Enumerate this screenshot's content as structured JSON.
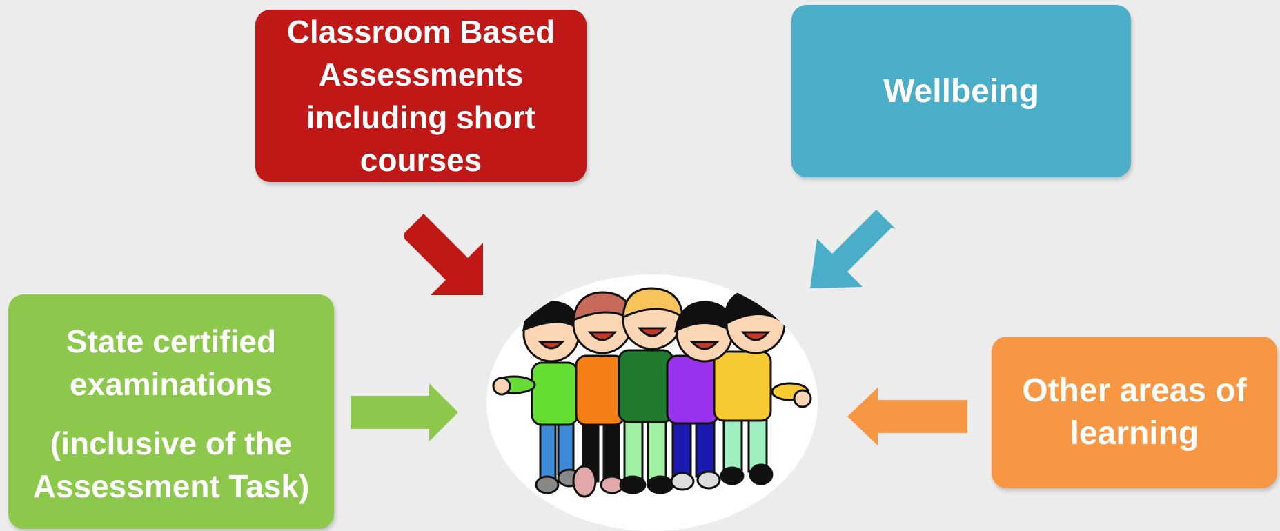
{
  "boxes": {
    "classroom": {
      "lines": [
        "Classroom Based",
        "Assessments",
        "including short",
        "courses"
      ],
      "color": "#c01717"
    },
    "wellbeing": {
      "lines": [
        "Wellbeing"
      ],
      "color": "#4aaec8"
    },
    "state": {
      "lines": [
        "State certified",
        "examinations",
        "(inclusive of the",
        "Assessment Task)"
      ],
      "color": "#8cc84b"
    },
    "other": {
      "lines": [
        "Other areas of",
        "learning"
      ],
      "color": "#f79643"
    }
  },
  "icons": {
    "center": "group-of-children-icon",
    "arrows": [
      "arrow-down-right-icon",
      "arrow-down-left-icon",
      "arrow-right-icon",
      "arrow-left-icon"
    ]
  }
}
